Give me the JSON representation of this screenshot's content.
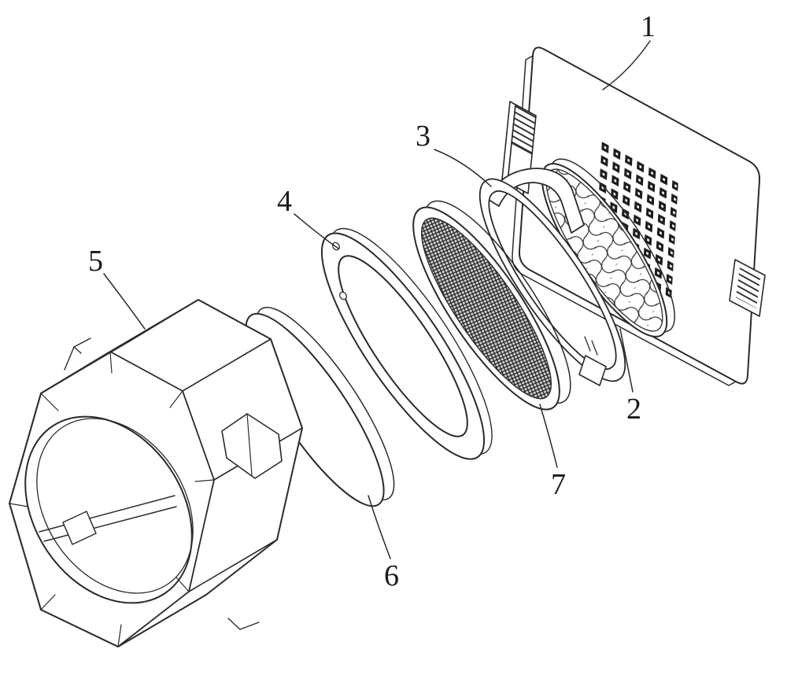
{
  "figure": {
    "background_color": "#ffffff",
    "line_color": "#2a2a2a",
    "callouts": [
      {
        "text": "1"
      },
      {
        "text": "2"
      },
      {
        "text": "3"
      },
      {
        "text": "4"
      },
      {
        "text": "5"
      },
      {
        "text": "6"
      },
      {
        "text": "7"
      }
    ]
  }
}
